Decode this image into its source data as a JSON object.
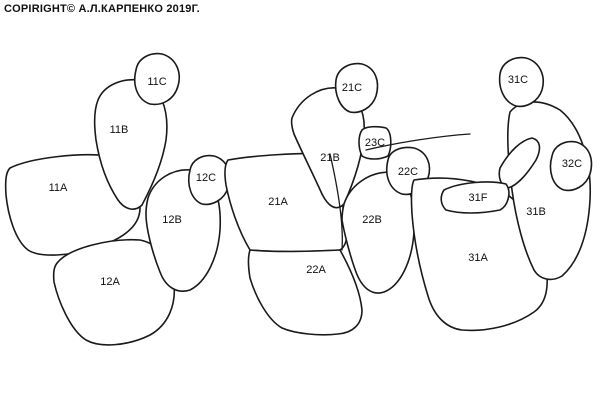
{
  "copyright": "COPIRIGHT© А.Л.КАРПЕНКО 2019Г.",
  "labels": {
    "p11C": "11C",
    "p11B": "11B",
    "p11A": "11A",
    "p12C": "12C",
    "p12B": "12B",
    "p12A": "12A",
    "p21C": "21C",
    "p21B": "21B",
    "p21A": "21A",
    "p23C": "23C",
    "p22C": "22C",
    "p22B": "22B",
    "p22A": "22A",
    "p31C": "31C",
    "p32C": "32C",
    "p31F": "31F",
    "p31B": "31B",
    "p31A": "31A"
  }
}
